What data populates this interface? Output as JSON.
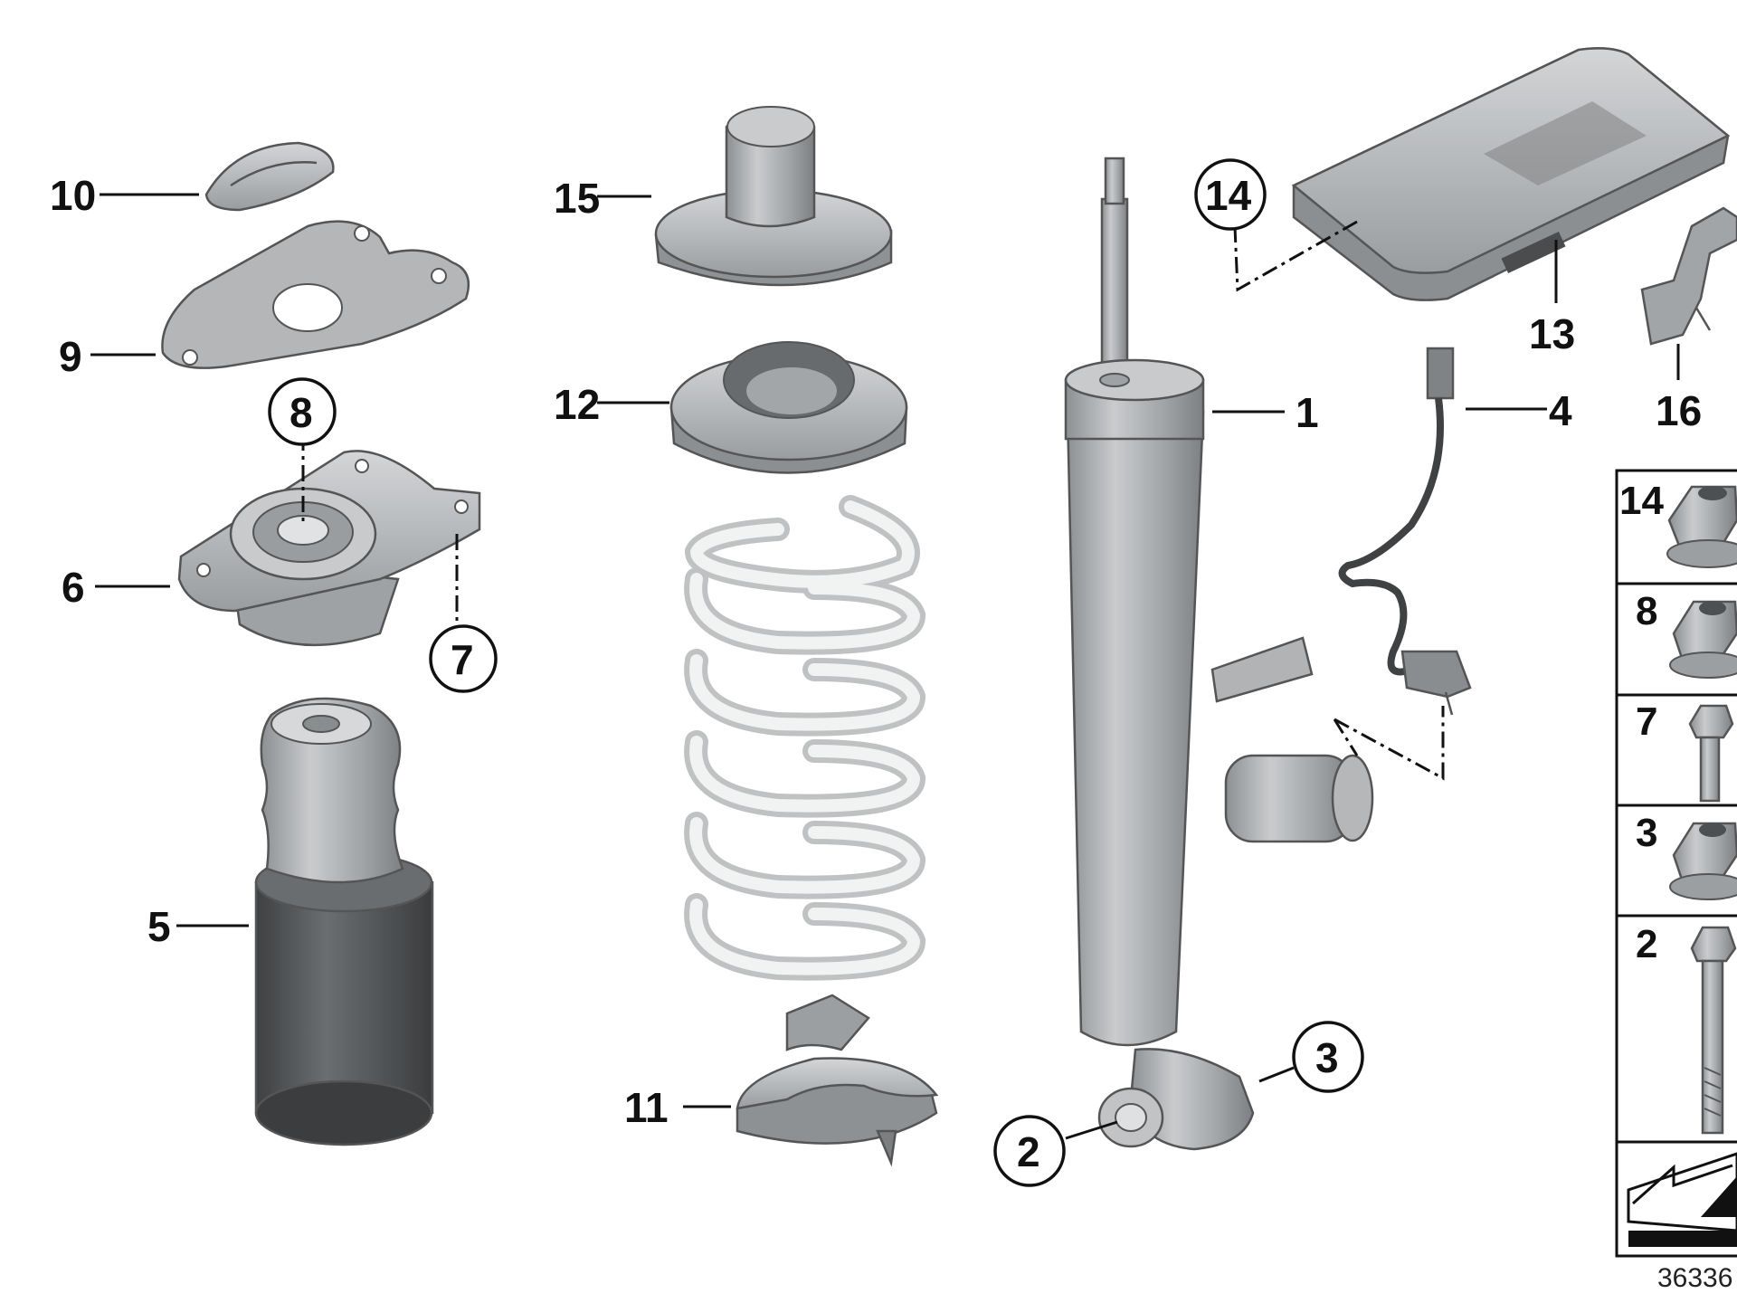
{
  "callouts": {
    "c1": "1",
    "c2": "2",
    "c3": "3",
    "c4": "4",
    "c5": "5",
    "c6": "6",
    "c7": "7",
    "c8": "8",
    "c9": "9",
    "c10": "10",
    "c11": "11",
    "c12": "12",
    "c13": "13",
    "c14": "14",
    "c15": "15",
    "c16": "16"
  },
  "legend": {
    "rows": [
      {
        "label": "14",
        "part": "collar-nut"
      },
      {
        "label": "8",
        "part": "collar-nut"
      },
      {
        "label": "7",
        "part": "hex-bolt"
      },
      {
        "label": "3",
        "part": "collar-nut"
      },
      {
        "label": "2",
        "part": "long-bolt"
      }
    ]
  },
  "reference_number": "36336",
  "colors": {
    "part_gray": "#a9abae",
    "part_dark": "#5e6163",
    "spring": "#e9eaea",
    "line": "#111111"
  }
}
